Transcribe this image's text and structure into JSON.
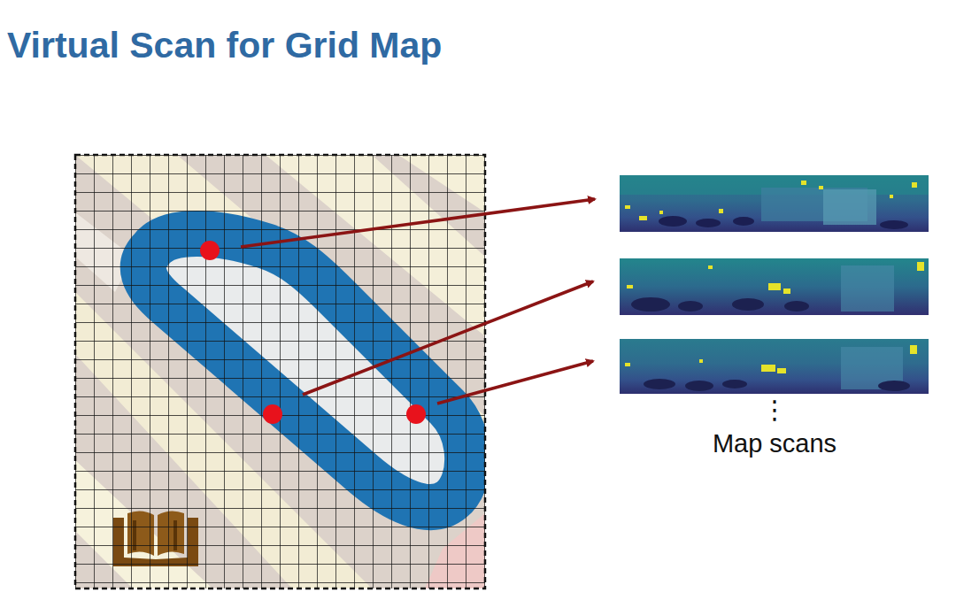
{
  "diagram": {
    "title": "Virtual Scan for Grid Map",
    "labels": [
      "⋮",
      "Map scans"
    ]
  }
}
